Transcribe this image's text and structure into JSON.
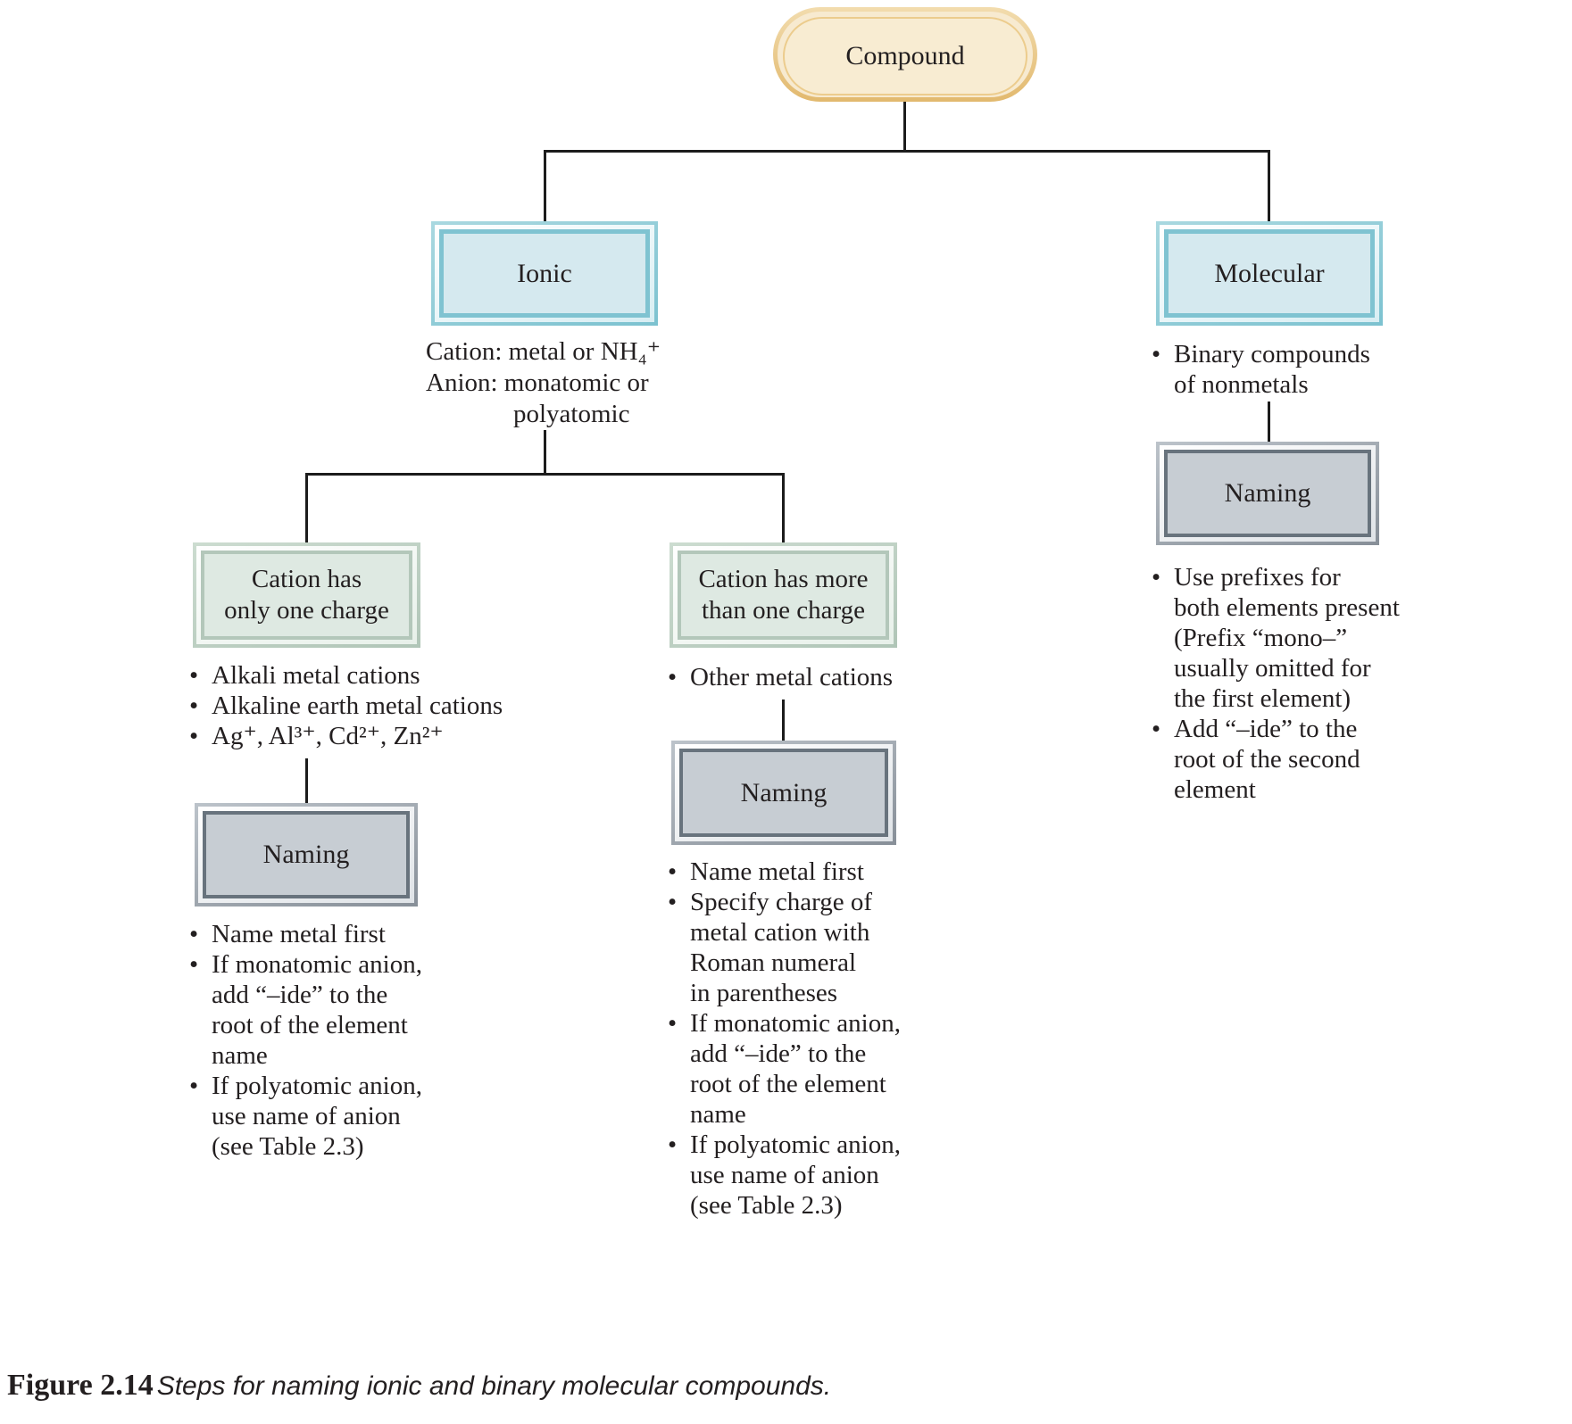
{
  "figure": {
    "label": "Figure 2.14",
    "caption": "Steps for naming ionic and binary molecular compounds."
  },
  "root": {
    "label": "Compound"
  },
  "ionic": {
    "label": "Ionic",
    "note_lines": [
      "Cation: metal or NH₄⁺",
      "Anion: monatomic or",
      "polyatomic"
    ]
  },
  "cation_one": {
    "label": "Cation has\nonly one charge",
    "bullets": [
      "Alkali metal cations",
      "Alkaline earth metal cations",
      "Ag⁺, Al³⁺, Cd²⁺, Zn²⁺"
    ],
    "naming_label": "Naming",
    "naming_bullets": [
      "Name metal first",
      "If monatomic anion,\nadd “–ide” to the\nroot of the element\nname",
      "If polyatomic anion,\nuse name of anion\n(see Table 2.3)"
    ]
  },
  "cation_multi": {
    "label": "Cation has more\nthan one charge",
    "bullets": [
      "Other metal cations"
    ],
    "naming_label": "Naming",
    "naming_bullets": [
      "Name metal first",
      "Specify charge of\nmetal cation with\nRoman numeral\nin parentheses",
      "If monatomic anion,\nadd “–ide” to the\nroot of the element\nname",
      "If polyatomic anion,\nuse name of anion\n(see Table 2.3)"
    ]
  },
  "molecular": {
    "label": "Molecular",
    "bullets": [
      "Binary compounds\nof nonmetals"
    ],
    "naming_label": "Naming",
    "naming_bullets": [
      "Use prefixes for\nboth elements present\n(Prefix “mono–”\nusually omitted for\nthe first element)",
      "Add “–ide” to the\nroot of the second\nelement"
    ]
  },
  "colors": {
    "pill_border": "#e2ba6e",
    "pill_fill": "#f8ecd2",
    "teal_border": "#7fc3d1",
    "teal_fill": "#d5e9ef",
    "green_border": "#b3c7ba",
    "green_fill": "#dee9e2",
    "gray_border": "#68737d",
    "gray_fill": "#c7cdd3",
    "line": "#1c1c1c",
    "text": "#231f20"
  }
}
